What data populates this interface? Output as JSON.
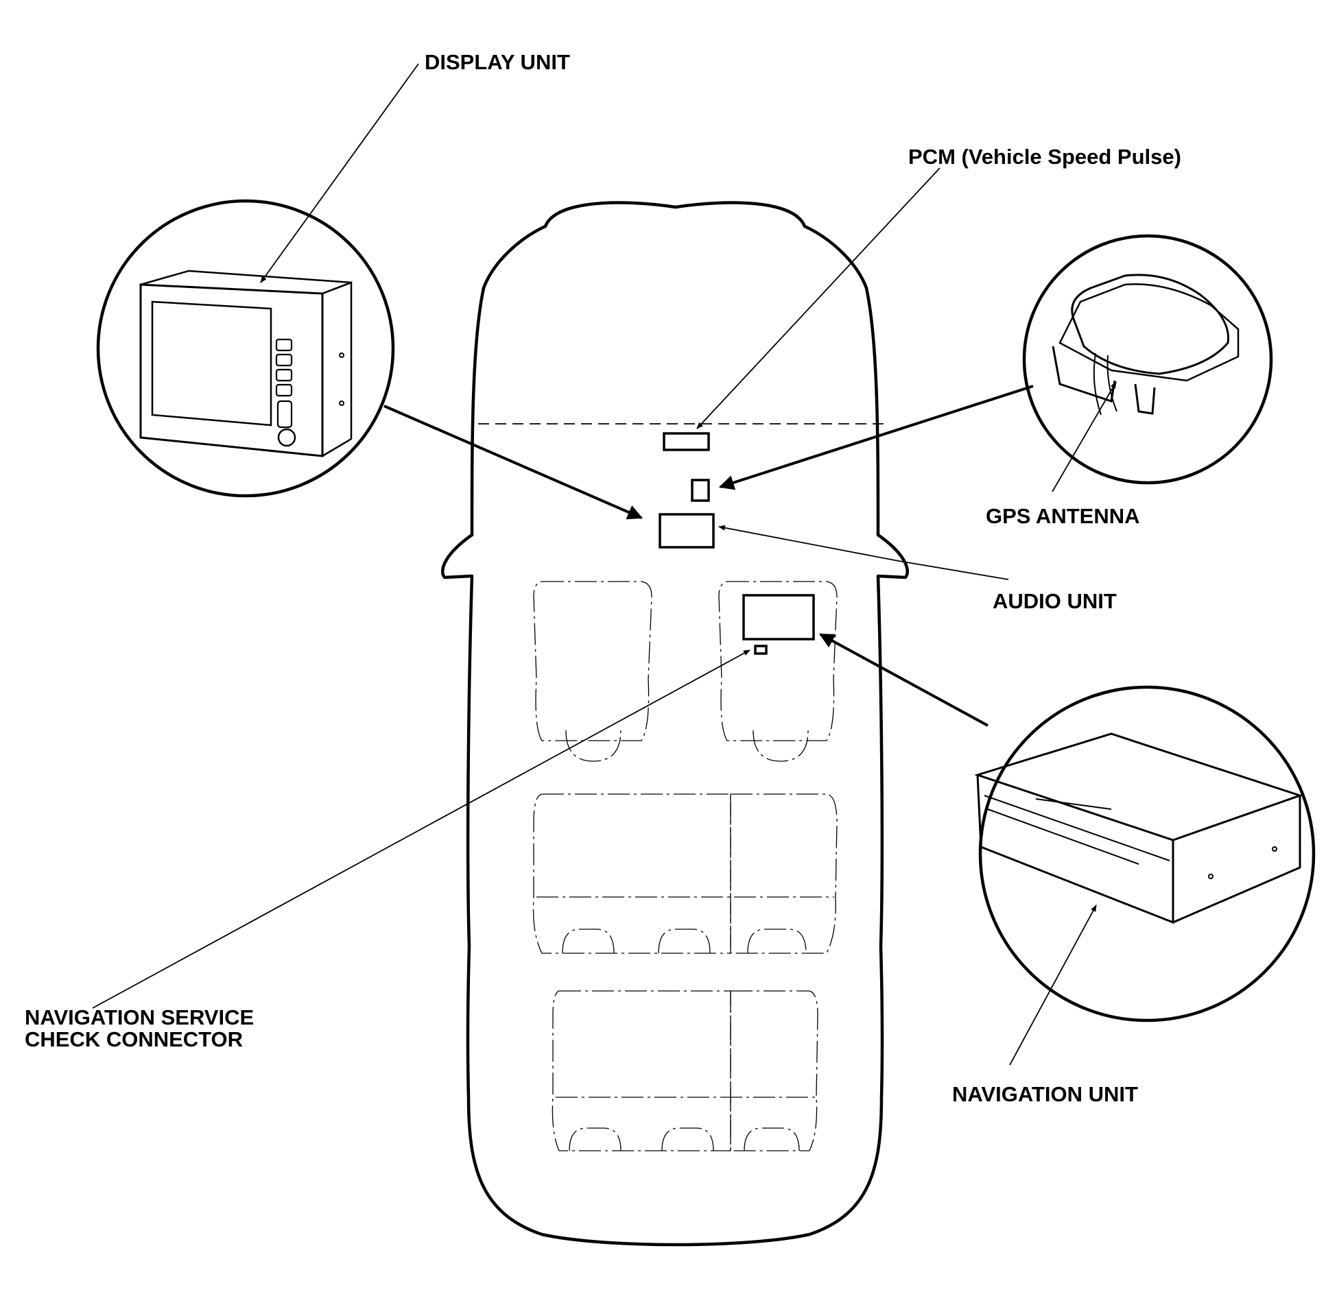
{
  "labels": {
    "display_unit": "DISPLAY UNIT",
    "pcm": "PCM (Vehicle Speed Pulse)",
    "gps_antenna": "GPS ANTENNA",
    "audio_unit": "AUDIO UNIT",
    "navigation_unit": "NAVIGATION UNIT",
    "nav_service_line1": "NAVIGATION SERVICE",
    "nav_service_line2": "CHECK CONNECTOR"
  },
  "colors": {
    "line": "#000000",
    "background": "#ffffff"
  }
}
